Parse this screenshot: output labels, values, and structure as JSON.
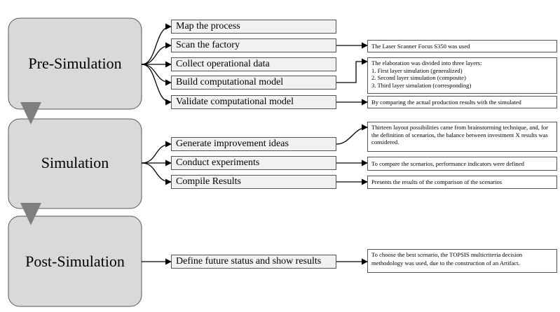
{
  "phases": [
    {
      "label": "Pre-Simulation",
      "steps": [
        {
          "label": "Map the process"
        },
        {
          "label": "Scan the factory",
          "note": [
            "The Laser Scanner Focus S350 was used"
          ]
        },
        {
          "label": "Collect operational data"
        },
        {
          "label": "Build computational model",
          "note": [
            "The elaboration was divided into three layers:",
            "1. First layer simulation (generalized)",
            "2. Second layer simulation (composite)",
            "3. Third layer simulation (corresponding)"
          ]
        },
        {
          "label": "Validate computational model",
          "note": [
            "By comparing the actual production results with the simulated"
          ]
        }
      ]
    },
    {
      "label": "Simulation",
      "steps": [
        {
          "label": "Generate improvement ideas",
          "note_text": "Thirteen layout possibilities came from brainstorming technique, and, for the definition of scenarios, the balance between investment X results was considered."
        },
        {
          "label": "Conduct experiments",
          "note": [
            "To compare the scenarios, performance indicators were defined"
          ]
        },
        {
          "label": "Compile Results",
          "note": [
            "Presents the results of the comparison of the scenarios"
          ]
        }
      ]
    },
    {
      "label": "Post-Simulation",
      "steps": [
        {
          "label": "Define future status and show results",
          "note_text": "To choose the best scenario, the TOPSIS multicriteria decision methodology was used, due to the construction of an Artifact."
        }
      ]
    }
  ],
  "colors": {
    "phase_fill": "#d9d9d9",
    "step_fill": "#f1f1f1",
    "border": "#555555",
    "arrow": "#000000",
    "chevron": "#7f7f7f"
  }
}
